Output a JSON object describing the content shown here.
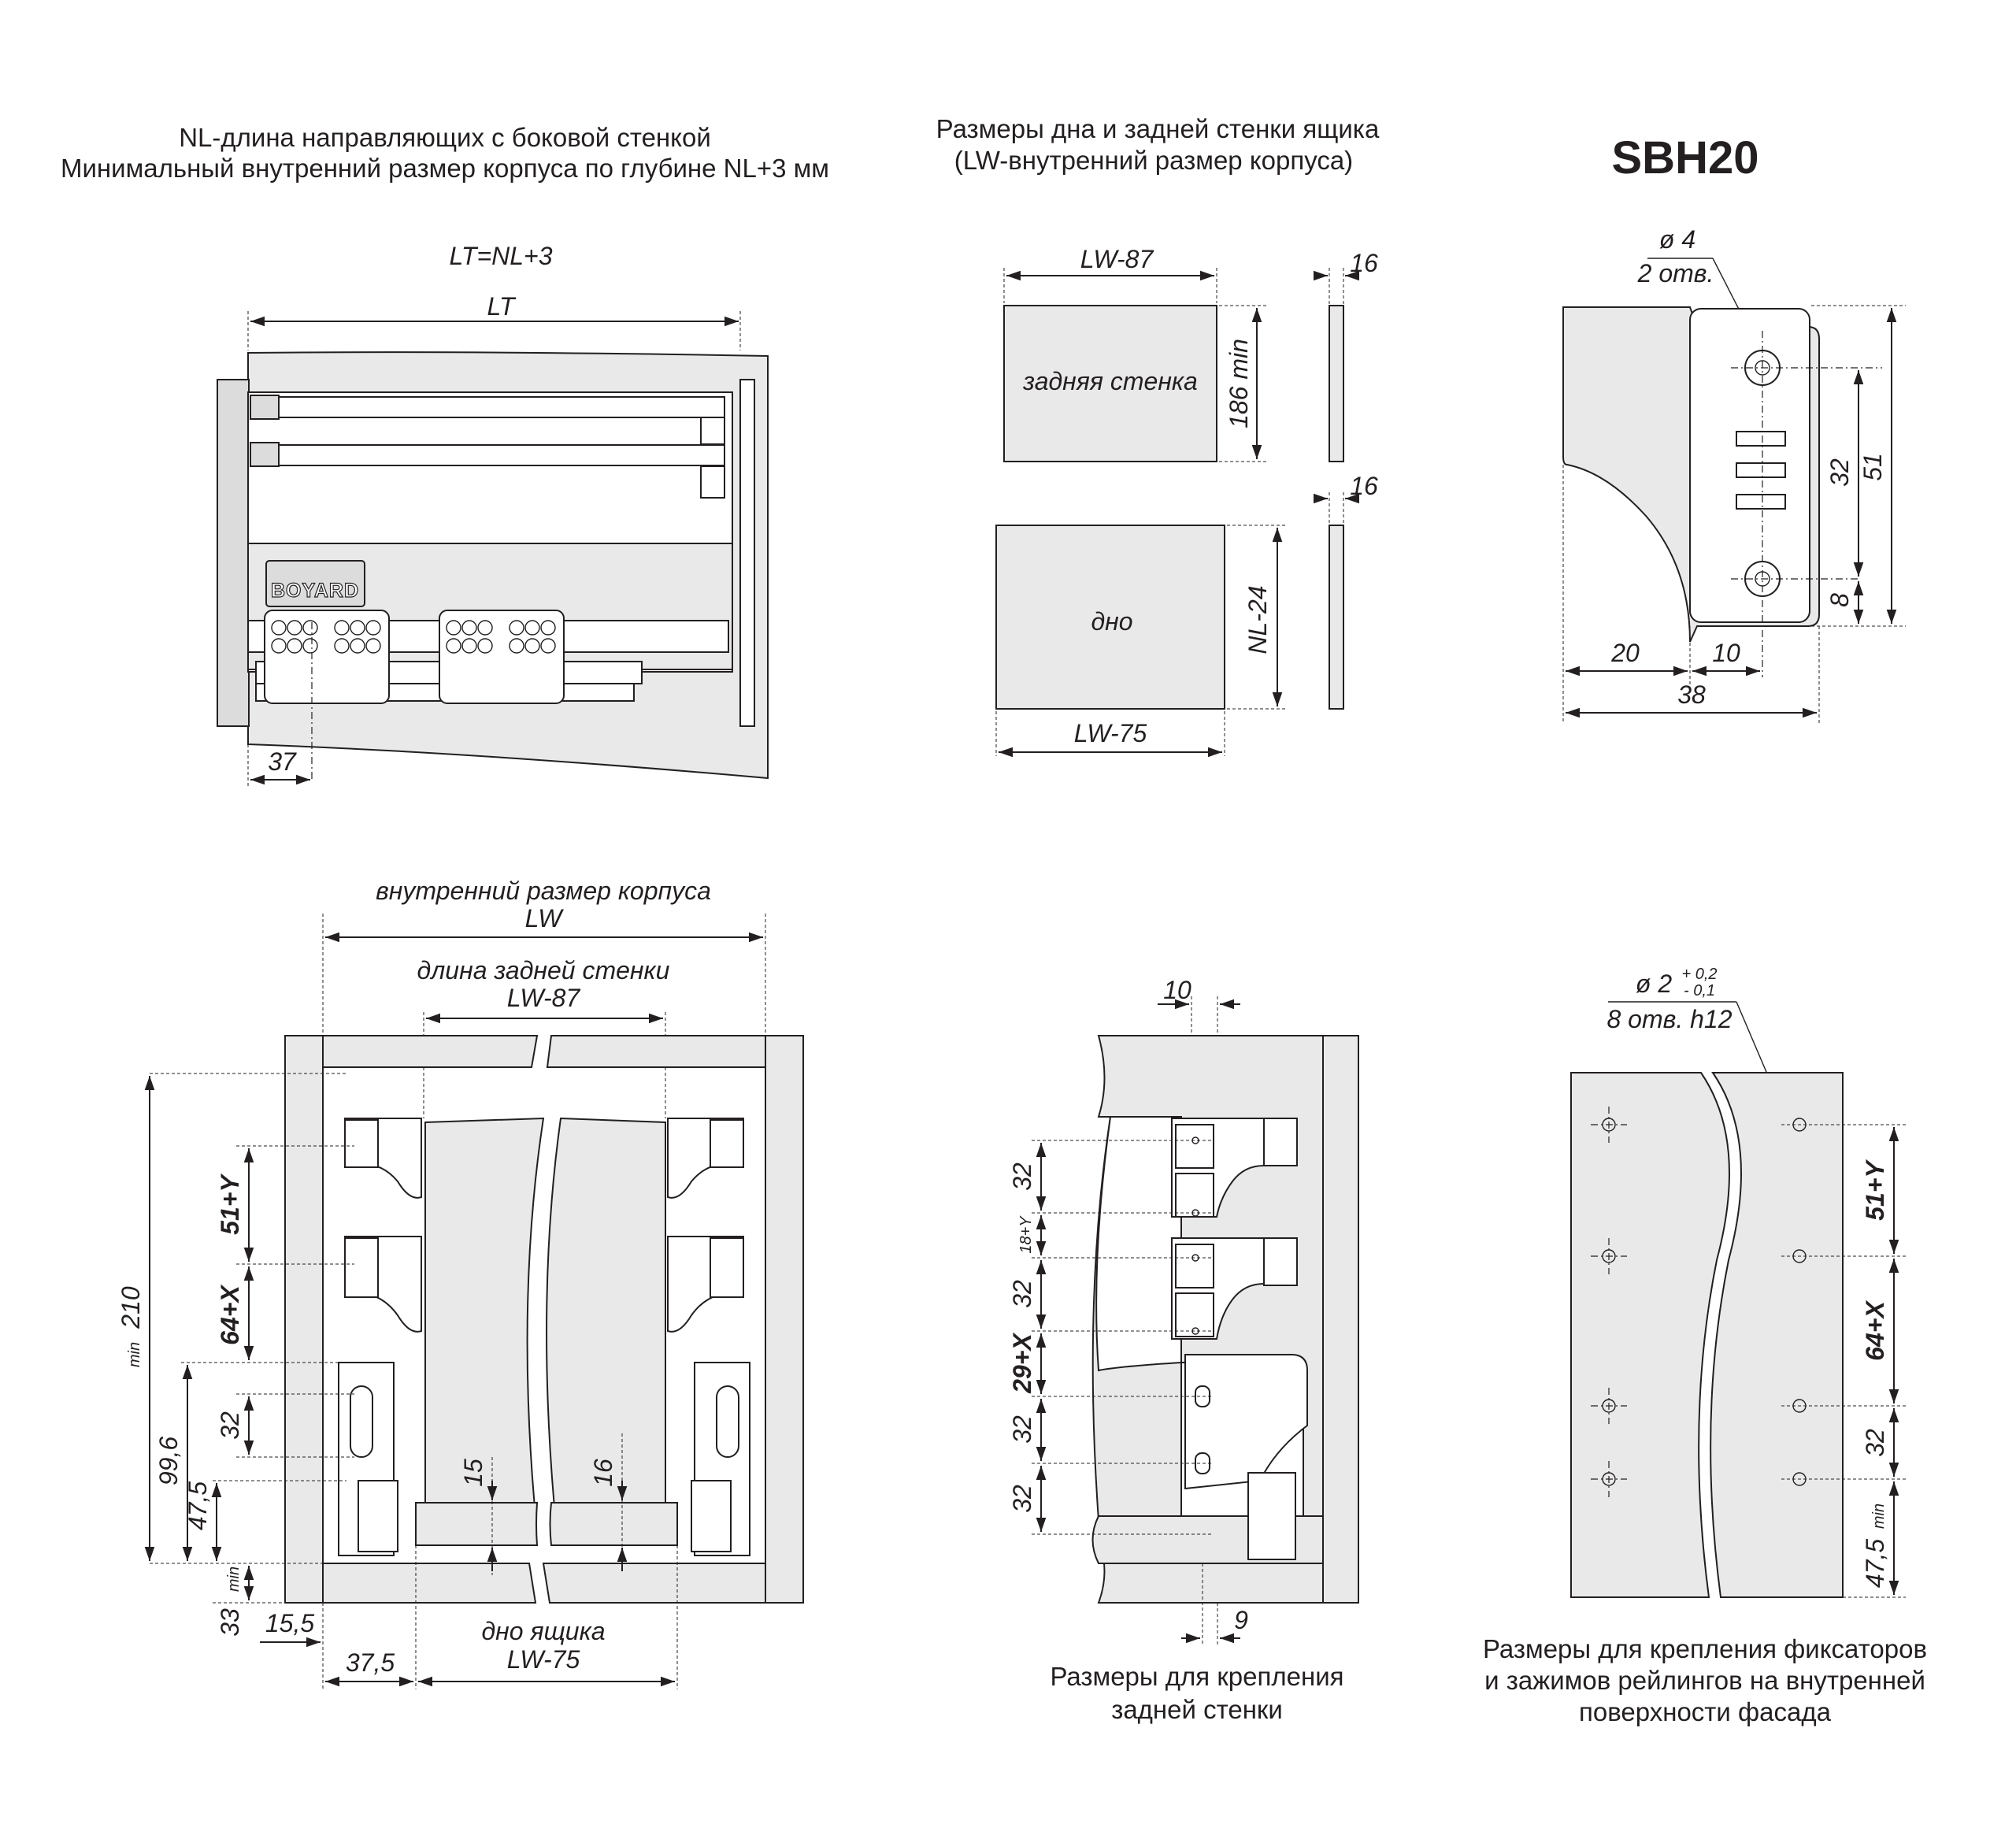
{
  "headers": {
    "left_line1": "NL-длина направляющих с боковой стенкой",
    "left_line2": "Минимальный внутренний размер корпуса по глубине NL+3 мм",
    "middle_line1": "Размеры дна и задней стенки ящика",
    "middle_line2": "(LW-внутренний размер корпуса)",
    "product_code": "SBH20"
  },
  "side_view": {
    "lt_formula": "LT=NL+3",
    "lt": "LT",
    "offset_37": "37",
    "logo": "BOYARD"
  },
  "panels": {
    "back_width": "LW-87",
    "back_label": "задняя стенка",
    "back_height": "186 min",
    "back_thickness": "16",
    "bottom_label": "дно",
    "bottom_depth": "NL-24",
    "bottom_width": "LW-75",
    "bottom_thickness": "16"
  },
  "bracket": {
    "hole_dia": "ø 4",
    "hole_count": "2 отв.",
    "dim_32": "32",
    "dim_51": "51",
    "dim_8": "8",
    "dim_20": "20",
    "dim_10": "10",
    "dim_38": "38"
  },
  "front_view": {
    "inner_size_label": "внутренний размер корпуса",
    "inner_size": "LW",
    "back_length_label": "длина задней стенки",
    "back_length": "LW-87",
    "dim_51y": "51+Y",
    "dim_64x": "64+X",
    "dim_32": "32",
    "dim_210": "210",
    "dim_210_sub": "min",
    "dim_99_6": "99,6",
    "dim_47_5": "47,5",
    "dim_33": "33",
    "dim_33_sub": "min",
    "dim_15": "15",
    "dim_16": "16",
    "dim_15_5": "15,5",
    "dim_37_5": "37,5",
    "bottom_label": "дно ящика",
    "bottom_width": "LW-75"
  },
  "back_mount": {
    "dim_10": "10",
    "dim_9": "9",
    "dim_32a": "32",
    "dim_18y": "18+Y",
    "dim_32b": "32",
    "dim_29x": "29+X",
    "dim_32c": "32",
    "dim_32d": "32",
    "caption_line1": "Размеры для крепления",
    "caption_line2": "задней стенки"
  },
  "facade_mount": {
    "hole_dia": "ø 2",
    "tol_plus": "+ 0,2",
    "tol_minus": "- 0,1",
    "hole_count": "8 отв. h12",
    "dim_51y": "51+Y",
    "dim_64x": "64+X",
    "dim_32": "32",
    "dim_47_5": "47,5",
    "dim_47_5_sub": "min",
    "caption_line1": "Размеры для крепления фиксаторов",
    "caption_line2": "и зажимов рейлингов на внутренней",
    "caption_line3": "поверхности фасада"
  }
}
